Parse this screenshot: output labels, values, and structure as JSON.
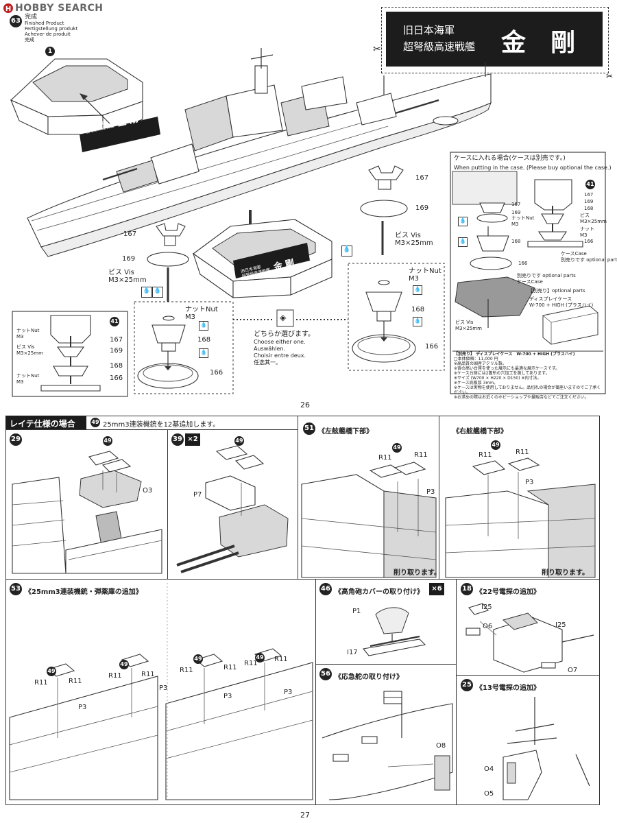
{
  "logo": {
    "text": "HOBBY SEARCH"
  },
  "page26": {
    "step": "63",
    "finished_lines": [
      "完成",
      "Finished Product",
      "Fertigstellung produkt",
      "Achever de produit",
      "完成"
    ],
    "stand_marker": "1",
    "stand_plate_sub": "旧日本海軍\n超弩級高速戦艦",
    "stand_plate_main": "金 剛",
    "title_box": {
      "sub1": "旧日本海軍",
      "sub2": "超弩級高速戦艦",
      "main": "金　剛"
    },
    "left_parts": {
      "p167": "167",
      "p169": "169",
      "screw": "ビス Vis\nM3×25mm",
      "nut": "ナットNut\nM3",
      "p168": "168",
      "p166": "166"
    },
    "left_inset": {
      "marker": "41",
      "nut": "ナットNut\nM3",
      "screw": "ビス Vis\nM3×25mm",
      "nut2": "ナットNut\nM3",
      "p167": "167",
      "p169": "169",
      "p168": "168",
      "p166": "166"
    },
    "choose": {
      "jp": "どちらか選びます。",
      "en": "Choose either one.",
      "de": "Auswählen.",
      "fr": "Choisir entre deux.",
      "cn": "任选其一。"
    },
    "right_parts": {
      "p167": "167",
      "p169": "169",
      "screw": "ビス Vis\nM3×25mm",
      "nut": "ナットNut\nM3",
      "p168": "168",
      "p166": "166"
    },
    "case_box": {
      "head_jp": "ケースに入れる場合(ケースは別売です。)",
      "head_en": "When putting in the case. (Please buy optional the case.)",
      "marker": "41",
      "labels": [
        "167",
        "169",
        "168",
        "ビス\nM3×25mm",
        "ナット\nM3",
        "166",
        "ケースCase\n別売りです optional parts",
        "167",
        "169",
        "ナットNut\nM3",
        "168",
        "166",
        "別売りです optional parts\nケースCase",
        "ビス Vis\nM3×25mm"
      ],
      "opt_title": "【別売り】optional parts",
      "opt_name1": "ディスプレイケース",
      "opt_name2": "W-700 + HIGH (プラスハイ)",
      "notes": [
        "【別売り】 ディスプレイケース　W-700 + HIGH (プラスハイ)",
        "□本体価格：11,000 円",
        "※高品質の国産アクリル製。",
        "※背の高い台座を使った展示にも最適な展示ケースです。",
        "※ケース台座には2箇所の穴加工を施してあります。",
        "※サイズ (W700 × H220 × D150) ※内寸法。",
        "※ケース底板厚 3mm。",
        "※ケースは実物を使用しておりません。品切れの場合が御座いますのでご了承ください。",
        "※お求めの際はお近くのホビーショップや量販店などでご注文ください。"
      ]
    },
    "page_number": "26"
  },
  "page27": {
    "leyte_title": "レイテ仕様の場合",
    "leyte_marker": "49",
    "leyte_text": "25mm3連装機銃を12基追加します。",
    "panels": [
      {
        "step": "29",
        "labels": [
          "49",
          "O3"
        ]
      },
      {
        "step": "39",
        "mult": "×2",
        "labels": [
          "49",
          "P7"
        ]
      },
      {
        "step": "51",
        "title": "《左舷艦橋下部》",
        "labels": [
          "49",
          "R11",
          "R11",
          "P3"
        ],
        "note": "削り取ります。"
      },
      {
        "title": "《右舷艦橋下部》",
        "labels": [
          "49",
          "R11",
          "R11",
          "P3"
        ],
        "note": "削り取ります。"
      },
      {
        "step": "53",
        "title": "《25mm3連装機銃・弾薬庫の追加》",
        "labels": [
          "49",
          "49",
          "R11",
          "R11",
          "R11",
          "R11",
          "P3",
          "P3",
          "49",
          "49",
          "R11",
          "R11",
          "R11",
          "R11",
          "P3",
          "P3"
        ]
      },
      {
        "step": "46",
        "title": "《高角砲カバーの取り付け》",
        "mult": "×6",
        "labels": [
          "P1",
          "I17"
        ]
      },
      {
        "step": "56",
        "title": "《応急舵の取り付け》",
        "labels": [
          "O8"
        ]
      },
      {
        "step": "18",
        "title": "《22号電探の追加》",
        "labels": [
          "I25",
          "O6",
          "I25",
          "O7"
        ]
      },
      {
        "step": "25",
        "title": "《13号電探の追加》",
        "labels": [
          "O4",
          "O5"
        ]
      }
    ],
    "page_number": "27"
  }
}
